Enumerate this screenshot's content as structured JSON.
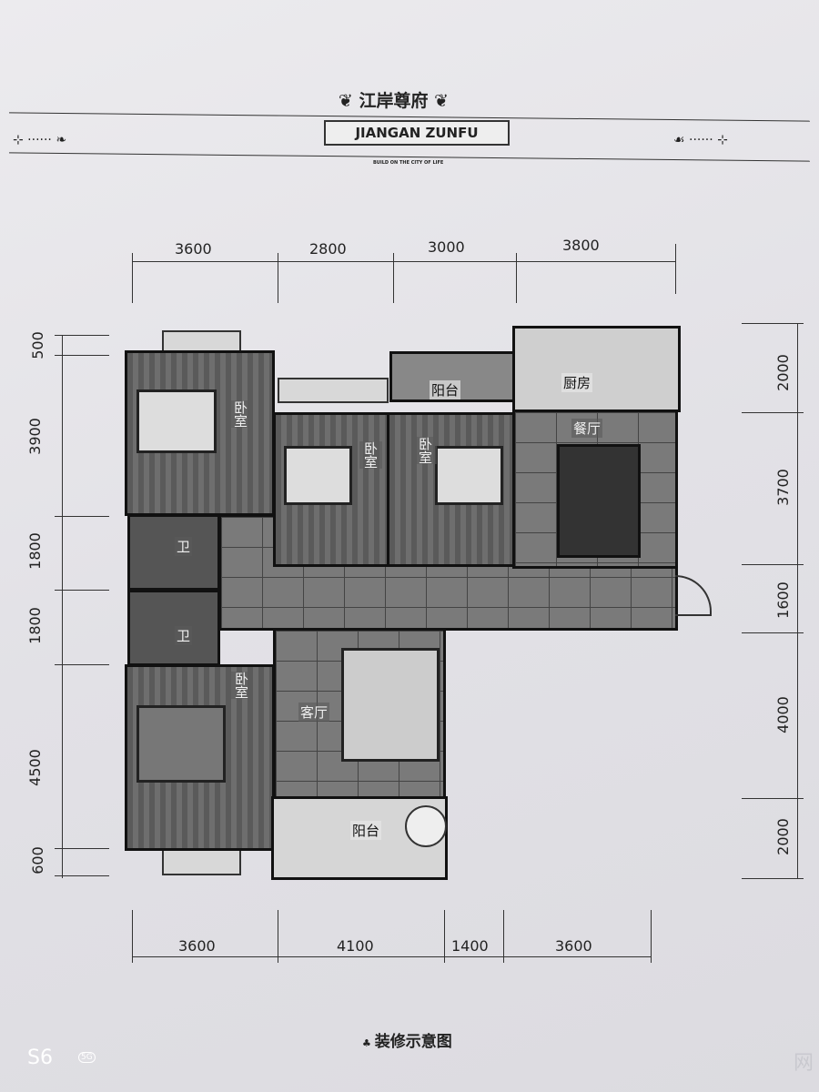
{
  "header": {
    "title_cn": "江岸尊府",
    "title_en": "JIANGAN ZUNFU",
    "tagline": "BUILD ON THE CITY OF LIFE"
  },
  "dimensions": {
    "top": [
      "3600",
      "2800",
      "3000",
      "3800"
    ],
    "bottom": [
      "3600",
      "4100",
      "1400",
      "3600"
    ],
    "left": [
      "500",
      "3900",
      "1800",
      "1800",
      "4500",
      "600"
    ],
    "right": [
      "2000",
      "3700",
      "1600",
      "4000",
      "2000"
    ]
  },
  "rooms": {
    "bedroom": "卧室",
    "bath": "卫",
    "balcony": "阳台",
    "kitchen": "厨房",
    "dining": "餐厅",
    "living": "客厅"
  },
  "caption": "装修示意图",
  "camera": {
    "model": "S6",
    "badge": "5G"
  },
  "watermark": "网"
}
